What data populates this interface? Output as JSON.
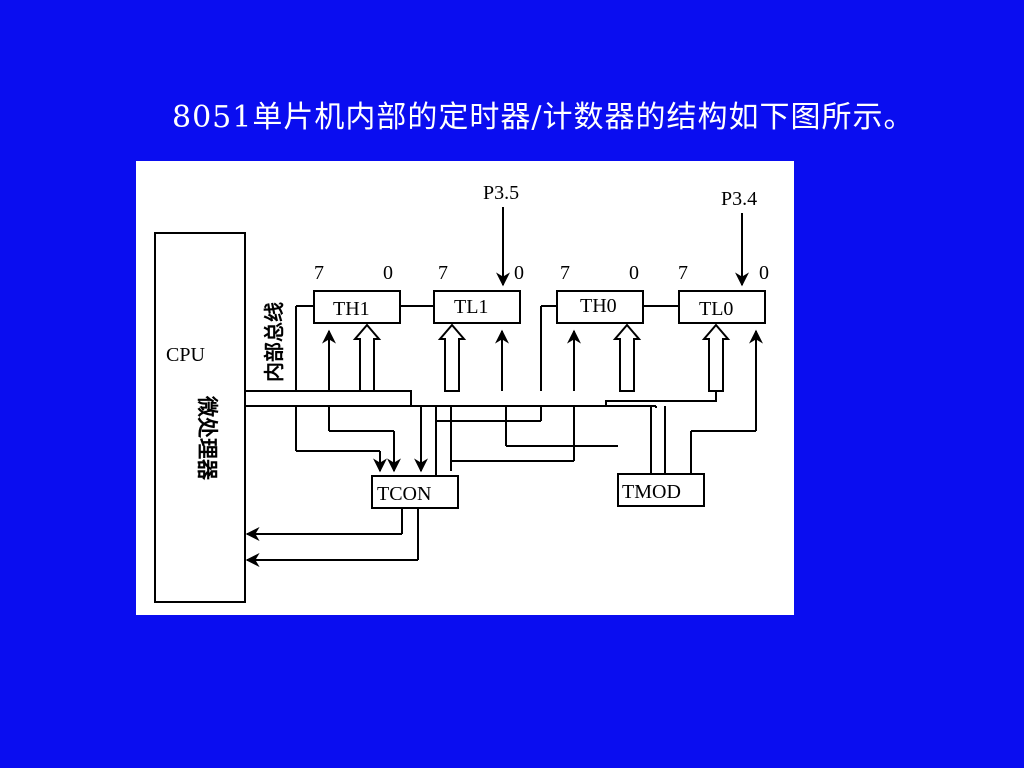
{
  "slide": {
    "title": "8051单片机内部的定时器/计数器的结构如下图所示。",
    "background_color": "#0a0df0",
    "title_color": "#ffffff"
  },
  "diagram": {
    "cpu": {
      "label": "CPU",
      "sublabel": "微处理器"
    },
    "bus_label": "内部总线",
    "pins": {
      "p35": "P3.5",
      "p34": "P3.4"
    },
    "registers": {
      "th1": "TH1",
      "tl1": "TL1",
      "th0": "TH0",
      "tl0": "TL0",
      "tcon": "TCON",
      "tmod": "TMOD"
    },
    "bit_labels": {
      "th1_msb": "7",
      "th1_lsb": "0",
      "tl1_msb": "7",
      "tl1_lsb": "0",
      "th0_msb": "7",
      "th0_lsb": "0",
      "tl0_msb": "7",
      "tl0_lsb": "0"
    }
  }
}
